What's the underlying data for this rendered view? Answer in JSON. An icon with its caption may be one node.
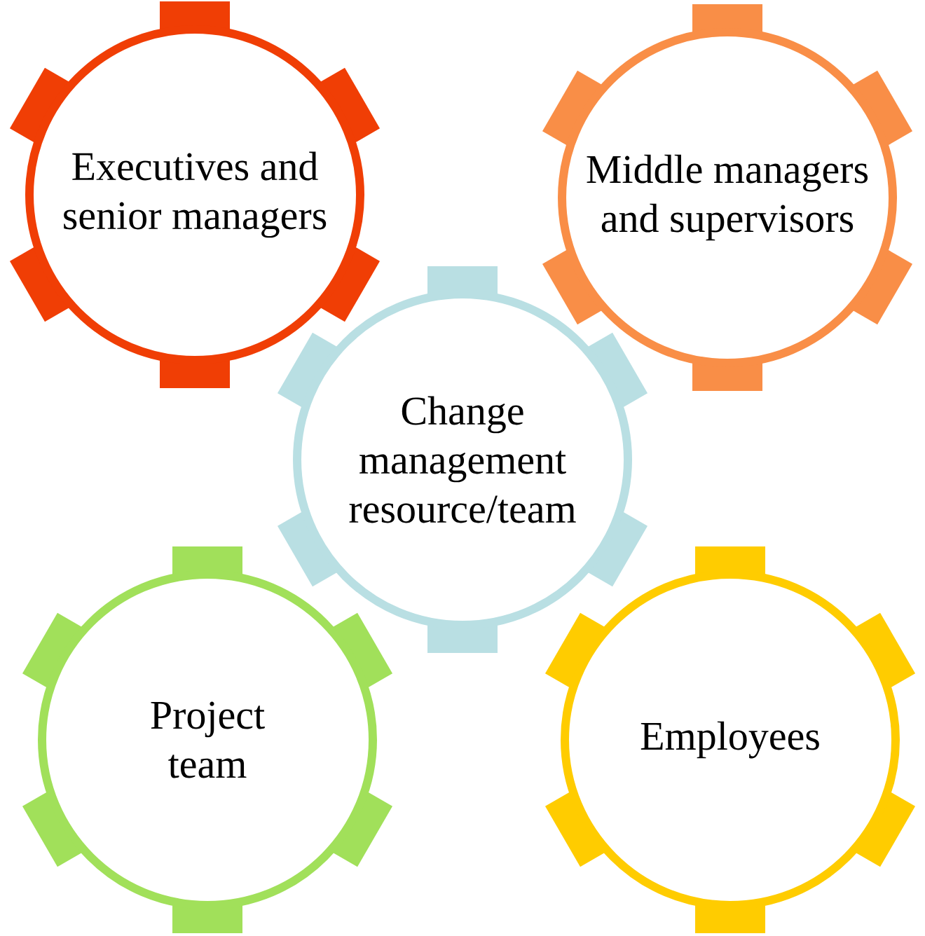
{
  "diagram": {
    "nodes": [
      {
        "text": [
          "Executives and senior managers"
        ]
      },
      {
        "text": [
          "Middle managers and supervisors"
        ]
      },
      {
        "text": [
          "Change management resource/team"
        ]
      },
      {
        "text": [
          "Project team"
        ]
      },
      {
        "text": [
          "Employees"
        ]
      }
    ]
  }
}
